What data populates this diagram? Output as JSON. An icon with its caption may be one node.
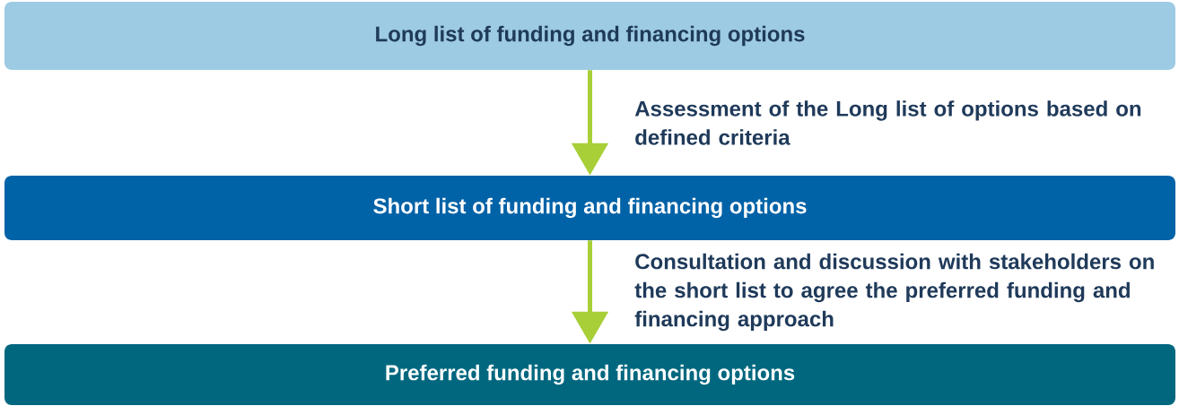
{
  "diagram": {
    "nodes": [
      {
        "text": [
          "Long list of funding and financing options"
        ]
      },
      {
        "text": [
          "Short list of funding and financing options"
        ]
      },
      {
        "text": [
          "Preferred funding and financing options"
        ]
      }
    ],
    "edges": [
      {
        "from": 0,
        "to": 1,
        "arrow": "to",
        "label": "Assessment of the Long list of options based on defined criteria"
      },
      {
        "from": 1,
        "to": 2,
        "arrow": "to",
        "label": "Consultation and discussion with stakeholders on the short list to agree the preferred funding and financing approach"
      }
    ]
  }
}
